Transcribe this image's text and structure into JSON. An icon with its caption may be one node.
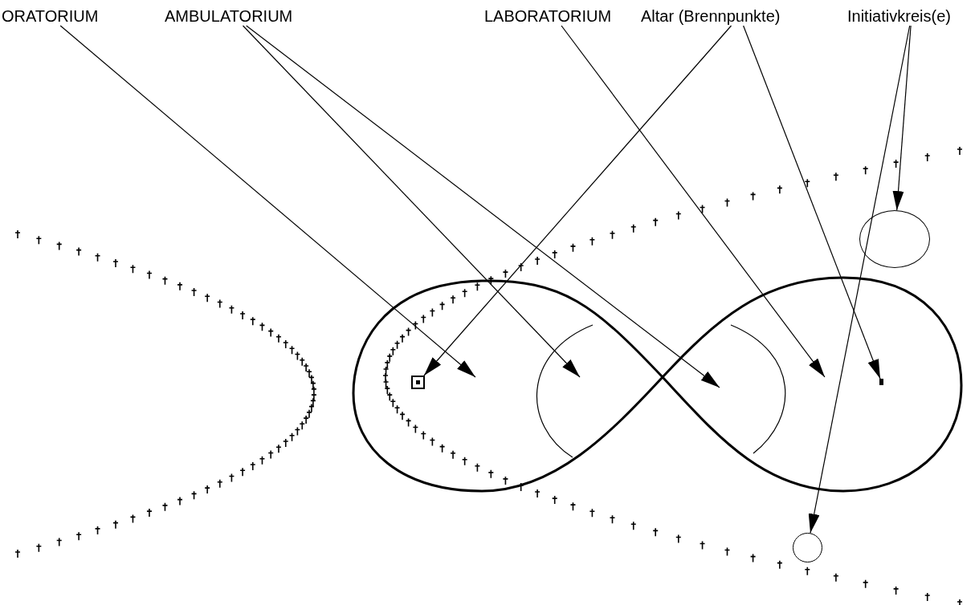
{
  "diagram": {
    "nodes": [
      {
        "text": [
          "ORATORIUM"
        ]
      },
      {
        "text": [
          "AMBULATORIUM"
        ]
      },
      {
        "text": [
          "LABORATORIUM"
        ]
      },
      {
        "text": [
          "Altar (Brennpunkte)"
        ]
      },
      {
        "text": [
          "Initiativkreis(e)"
        ]
      },
      {
        "text": [],
        "shape": "box"
      },
      {
        "text": [],
        "shape": "box"
      },
      {
        "text": [],
        "shape": "circle"
      },
      {
        "text": [],
        "shape": "circle"
      }
    ],
    "edges": [
      {
        "from": 0,
        "to": null,
        "arrow": "to"
      },
      {
        "from": 1,
        "to": null,
        "arrow": "to"
      },
      {
        "from": 1,
        "to": null,
        "arrow": "to"
      },
      {
        "from": 2,
        "to": null,
        "arrow": "to"
      },
      {
        "from": 3,
        "to": 5,
        "arrow": "to"
      },
      {
        "from": 3,
        "to": 6,
        "arrow": "to"
      },
      {
        "from": 4,
        "to": 8,
        "arrow": "to"
      },
      {
        "from": 4,
        "to": 7,
        "arrow": "to"
      }
    ]
  }
}
